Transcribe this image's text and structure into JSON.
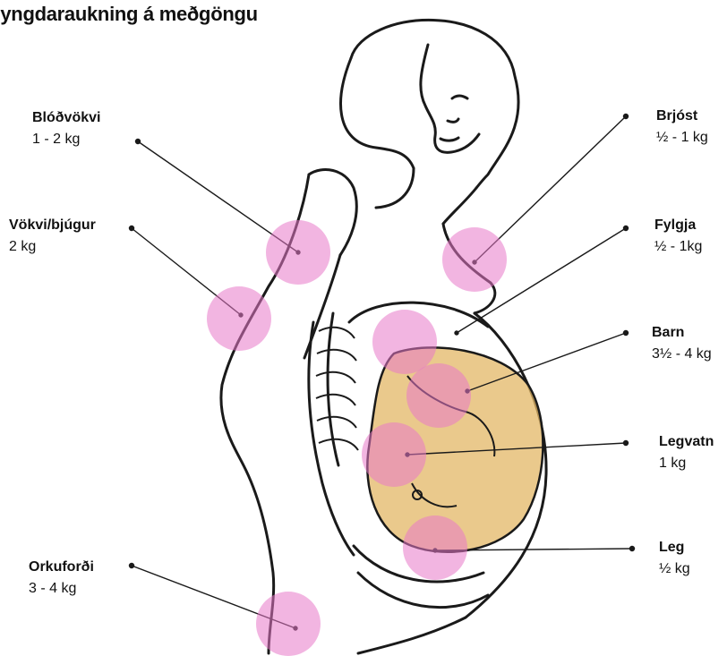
{
  "title": "Þyngdaraukning á meðgöngu",
  "colors": {
    "marker": "#e879c9",
    "baby": "#e3b766",
    "line": "#1a1a1a",
    "label": "#111111"
  },
  "figure": {
    "subject": "pregnant-woman-illustration"
  },
  "labels": [
    {
      "id": "blodvokvi",
      "name": "Blóðvökvi",
      "weight": "1 - 2 kg"
    },
    {
      "id": "vokvi",
      "name": "Vökvi/bjúgur",
      "weight": "2 kg"
    },
    {
      "id": "orkufordi",
      "name": "Orkuforði",
      "weight": "3 - 4 kg"
    },
    {
      "id": "brjost",
      "name": "Brjóst",
      "weight": "½ - 1 kg"
    },
    {
      "id": "fylgja",
      "name": "Fylgja",
      "weight": "½ - 1kg"
    },
    {
      "id": "barn",
      "name": "Barn",
      "weight": "3½ - 4 kg"
    },
    {
      "id": "legvatn",
      "name": "Legvatn",
      "weight": "1 kg"
    },
    {
      "id": "leg",
      "name": "Leg",
      "weight": "½ kg"
    }
  ]
}
